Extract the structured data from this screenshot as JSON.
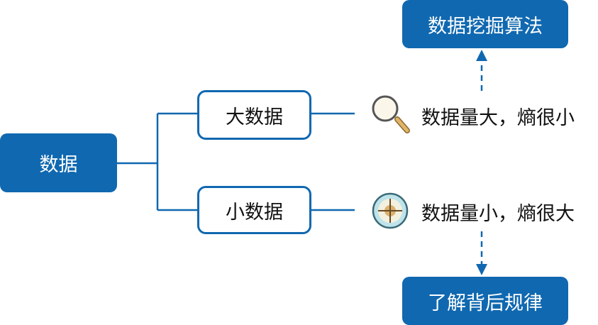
{
  "root": {
    "label": "数据"
  },
  "branches": [
    {
      "label": "大数据",
      "icon": "magnifier-icon",
      "description": "数据量大，熵很小"
    },
    {
      "label": "小数据",
      "icon": "compass-icon",
      "description": "数据量小，熵很大"
    }
  ],
  "outcomes": {
    "top": "数据挖掘算法",
    "bottom": "了解背后规律"
  },
  "colors": {
    "primary": "#1068b0"
  }
}
